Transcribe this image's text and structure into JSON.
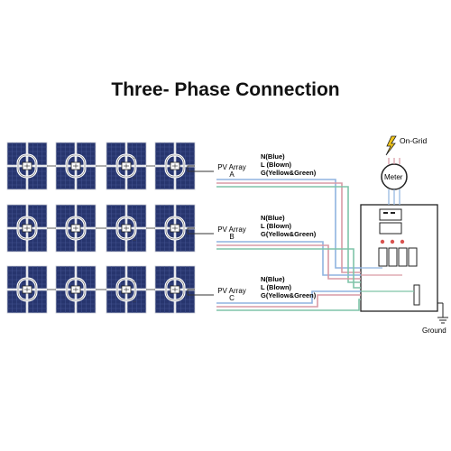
{
  "title": "Three- Phase Connection",
  "grid_label": "On-Grid",
  "meter_label": "Meter",
  "ground_label": "Ground",
  "arrays": [
    {
      "label_line1": "PV Array",
      "label_line2": "A",
      "wires": [
        "N(Blue)",
        "L (Blown)",
        "G(Yellow&Green)"
      ]
    },
    {
      "label_line1": "PV Array",
      "label_line2": "B",
      "wires": [
        "N(Blue)",
        "L (Blown)",
        "G(Yellow&Green)"
      ]
    },
    {
      "label_line1": "PV Array",
      "label_line2": "C",
      "wires": [
        "N(Blue)",
        "L (Blown)",
        "G(Yellow&Green)"
      ]
    }
  ],
  "colors": {
    "panel": "#27356e",
    "panel_frame": "#c8ccd6",
    "wire_neutral": "#8fb4e0",
    "wire_live": "#d99aa5",
    "wire_ground": "#7fc4a8",
    "lightning": "#f0c419",
    "line": "#333333"
  }
}
